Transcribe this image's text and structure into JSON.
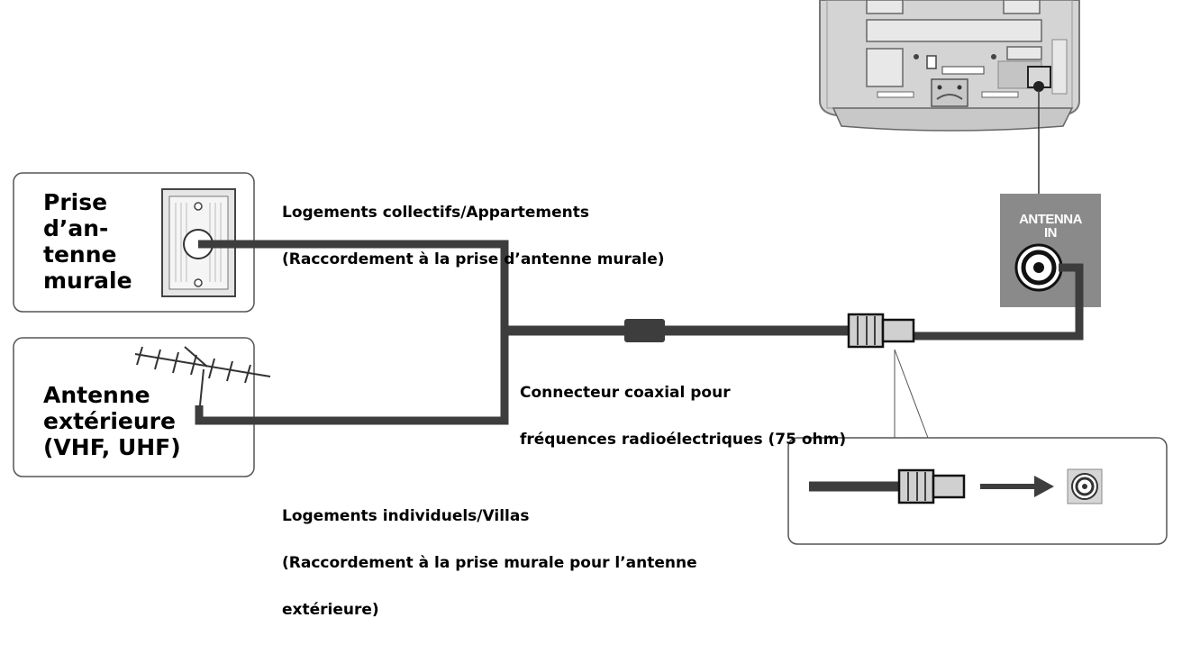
{
  "wall_outlet_box": {
    "label": "Prise\nd’an-\ntenne\nmurale"
  },
  "outdoor_antenna_box": {
    "label": "Antenne\nextérieure\n(VHF, UHF)"
  },
  "apartments_caption": {
    "line1": "Logements collectifs/Appartements",
    "line2": "(Raccordement à la prise d’antenne murale)"
  },
  "houses_caption": {
    "line1": "Logements individuels/Villas",
    "line2": "(Raccordement à la prise murale pour l’antenne",
    "line3": "extérieure)"
  },
  "coax_caption": {
    "line1": "Connecteur coaxial pour",
    "line2": "fréquences radioélectriques (75 ohm)"
  },
  "antenna_panel": {
    "line1": "ANTENNA",
    "line2": "IN"
  },
  "icons": [
    "wall-antenna-outlet-icon",
    "yagi-antenna-icon",
    "tv-back-icon",
    "rf-connector-icon",
    "arrow-right-icon",
    "coax-jack-icon"
  ],
  "colors": {
    "cable": "#3d3d3d",
    "panel": "#8a8a8a",
    "tv": "#d4d4d4"
  }
}
